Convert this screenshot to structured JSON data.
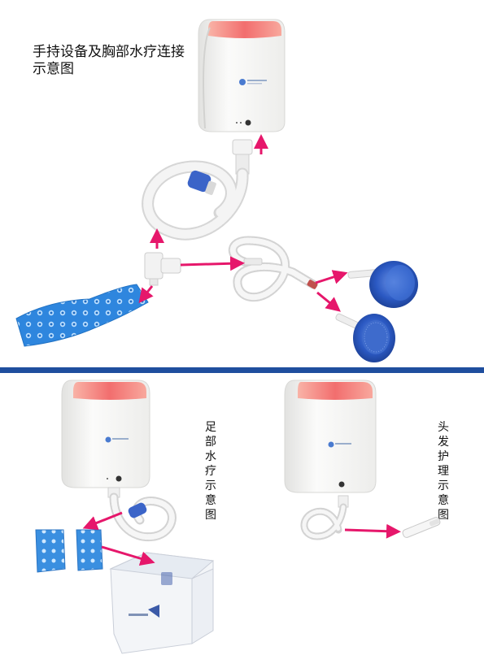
{
  "panels": {
    "top": {
      "title": "手持设备及胸部水疗连接示意图"
    },
    "bottom_left": {
      "title": "足部水疗示意图"
    },
    "bottom_right": {
      "title": "头发护理示意图"
    }
  },
  "colors": {
    "divider": "#1f4e9e",
    "arrow": "#e6176b",
    "device_body": "#f4f4f2",
    "device_glow": "#f26e6e",
    "hose": "#f2f2f2",
    "connector_blue": "#3b64c8",
    "mat_blue": "#2e86de",
    "shower_blue": "#2b59c3"
  },
  "icons": [
    "device-logo-icon",
    "power-button-icon"
  ]
}
